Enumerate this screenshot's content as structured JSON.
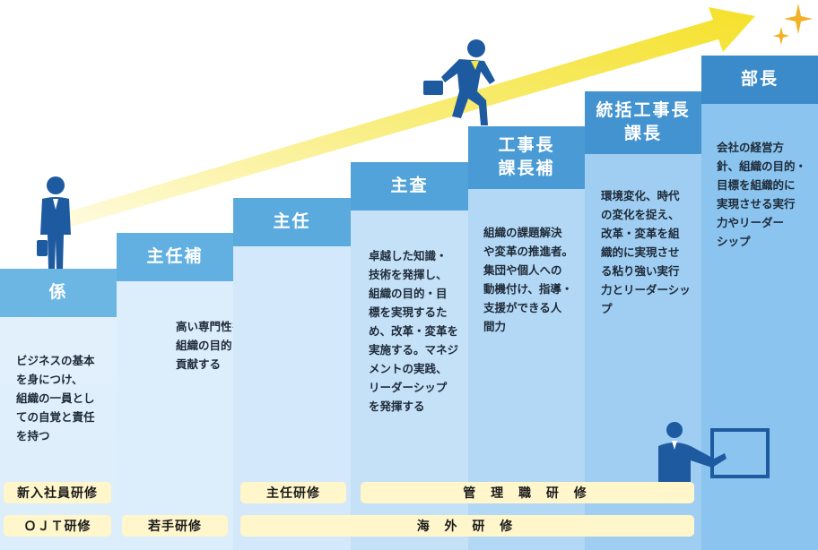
{
  "steps": [
    {
      "title": "係",
      "desc": "ビジネスの基本\nを身につけ、\n組織の一員とし\nての自覚と責任\nを持つ"
    },
    {
      "title": "主任補",
      "desc": "高い専門性を発揮し、\n組織の目的・目標の実現に\n貢献する"
    },
    {
      "title": "主任",
      "desc": ""
    },
    {
      "title": "主査",
      "desc": "卓越した知識・\n技術を発揮し、\n組織の目的・目\n標を実現するた\nめ、改革・変革を\n実施する。マネジ\nメントの実践、\nリーダーシップ\nを発揮する"
    },
    {
      "title": "工事長\n課長補",
      "desc": "組織の課題解決\nや変革の推進者。\n集団や個人への\n動機付け、指導・\n支援ができる人\n間力"
    },
    {
      "title": "統括工事長\n課長",
      "desc": "環境変化、時代\nの変化を捉え、\n改革・変革を組\n織的に実現させ\nる粘り強い実行\n力とリーダーシップ"
    },
    {
      "title": "部長",
      "desc": "会社の経営方\n針、組織の目的・\n目標を組織的に\n実現させる実行\n力やリーダー\nシップ"
    }
  ],
  "trainings": {
    "new_employee": "新入社員研修",
    "ojt": "ＯＪＴ研修",
    "young": "若手研修",
    "shunin": "主任研修",
    "management": "管 理 職 研 修",
    "overseas": "海 外 研 修"
  },
  "icons": [
    "standing-businessman-icon",
    "running-businessman-icon",
    "presenter-icon",
    "sparkle-icon",
    "growth-arrow-icon"
  ],
  "colors": {
    "header": "#5aa9dc",
    "pill": "#fff6cc",
    "arrow": "#f5e642",
    "figure": "#1e5aa0"
  }
}
